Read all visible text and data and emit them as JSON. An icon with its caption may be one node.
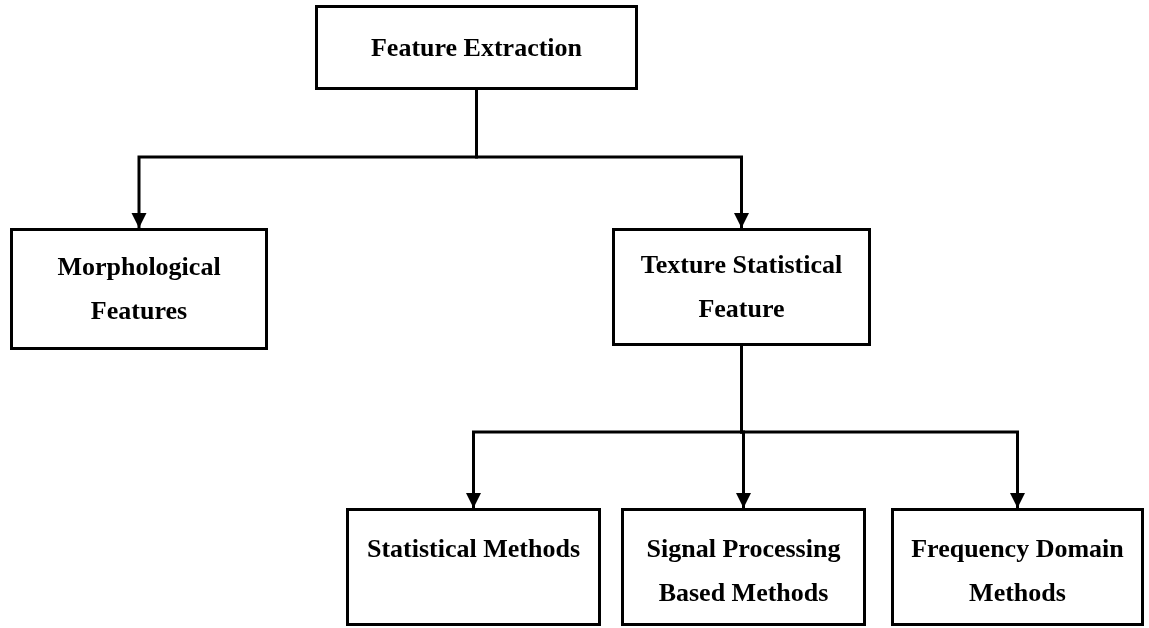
{
  "diagram": {
    "nodes": [
      {
        "text": [
          "Feature Extraction"
        ]
      },
      {
        "text": [
          "Morphological Features"
        ]
      },
      {
        "text": [
          "Texture Statistical Feature"
        ]
      },
      {
        "text": [
          "Statistical Methods"
        ]
      },
      {
        "text": [
          "Signal Processing Based Methods"
        ]
      },
      {
        "text": [
          "Frequency Domain Methods"
        ]
      }
    ],
    "edges": [
      {
        "from": 0,
        "to": 1,
        "arrow": "to"
      },
      {
        "from": 0,
        "to": 2,
        "arrow": "to"
      },
      {
        "from": 2,
        "to": 3,
        "arrow": "to"
      },
      {
        "from": 2,
        "to": 4,
        "arrow": "to"
      },
      {
        "from": 2,
        "to": 5,
        "arrow": "to"
      }
    ]
  }
}
